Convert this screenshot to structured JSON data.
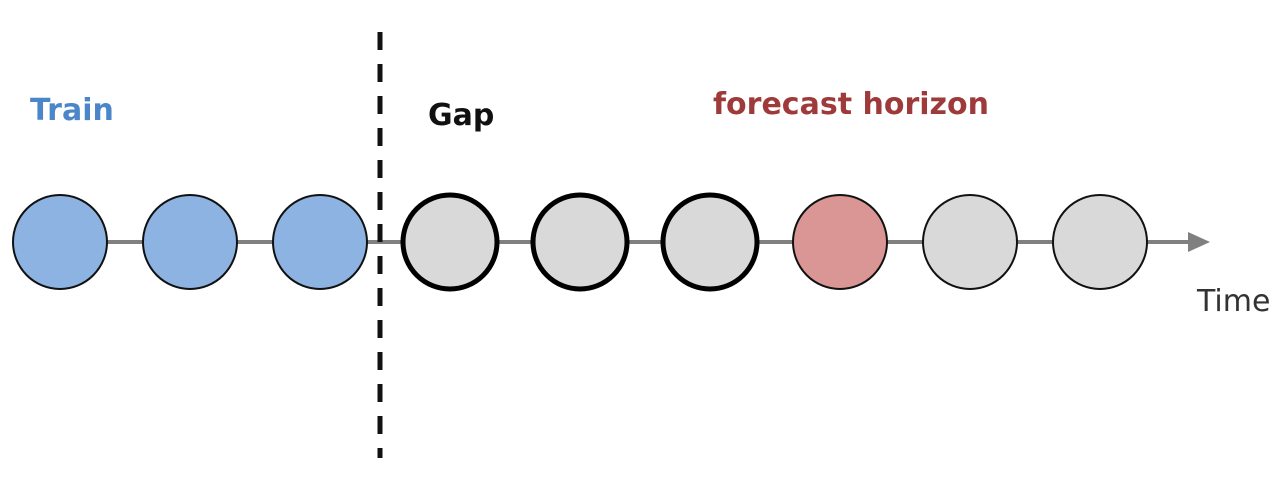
{
  "labels": {
    "train": "Train",
    "gap": "Gap",
    "forecast": "forecast horizon",
    "time": "Time"
  },
  "colors": {
    "train": "#4a86c8",
    "gap": "#111111",
    "forecast": "#9e3a3a",
    "time": "#333333",
    "axis": "#808080",
    "divider": "#111111"
  },
  "steps": [
    {
      "role": "train",
      "fill": "#8db3e2",
      "stroke": "#111111",
      "emphasis": "normal"
    },
    {
      "role": "train",
      "fill": "#8db3e2",
      "stroke": "#111111",
      "emphasis": "normal"
    },
    {
      "role": "train",
      "fill": "#8db3e2",
      "stroke": "#111111",
      "emphasis": "normal"
    },
    {
      "role": "gap",
      "fill": "#d9d9d9",
      "stroke": "#000000",
      "emphasis": "bold"
    },
    {
      "role": "gap",
      "fill": "#d9d9d9",
      "stroke": "#000000",
      "emphasis": "bold"
    },
    {
      "role": "gap",
      "fill": "#d9d9d9",
      "stroke": "#000000",
      "emphasis": "bold"
    },
    {
      "role": "target",
      "fill": "#d99694",
      "stroke": "#111111",
      "emphasis": "normal"
    },
    {
      "role": "future",
      "fill": "#d9d9d9",
      "stroke": "#111111",
      "emphasis": "normal"
    },
    {
      "role": "future",
      "fill": "#d9d9d9",
      "stroke": "#111111",
      "emphasis": "normal"
    }
  ]
}
